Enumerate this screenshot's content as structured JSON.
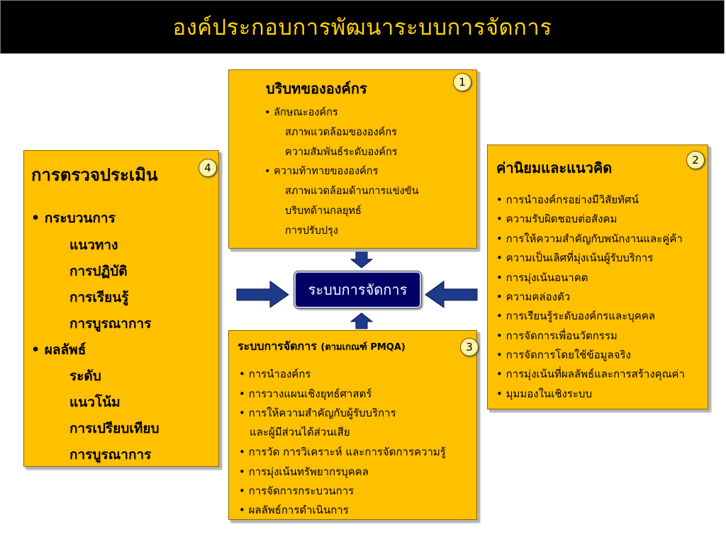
{
  "title": "องค์ประกอบการพัฒนาระบบการจัดการ",
  "center_label": "ระบบการจัดการ",
  "colors": {
    "box_fill": "#ffc000",
    "center_fill": "#000066",
    "title_text": "#ffd400",
    "arrow_fill": "#1f3a8a"
  },
  "box1": {
    "number": "1",
    "heading": "บริบทขององค์กร",
    "lines": [
      "• ลักษณะองค์กร",
      "สภาพแวดล้อมขององค์กร",
      "ความสัมพันธ์ระดับองค์กร",
      "• ความท้าทายขององค์กร",
      "สภาพแวดล้อมด้านการแข่งขัน",
      "บริบทด้านกลยุทธ์",
      "การปรับปรุง"
    ]
  },
  "box2": {
    "number": "2",
    "heading": "ค่านิยมและแนวคิด",
    "lines": [
      "• การนำองค์กรอย่างมีวิสัยทัศน์",
      "• ความรับผิดชอบต่อสังคม",
      "• การให้ความสำคัญกับพนักงานและคู่ค้า",
      "• ความเป็นเลิศที่มุ่งเน้นผู้รับบริการ",
      "• การมุ่งเน้นอนาคต",
      "• ความคล่องตัว",
      "• การเรียนรู้ระดับองค์กรและบุคคล",
      "• การจัดการเพื่อนวัตกรรม",
      "• การจัดการโดยใช้ข้อมูลจริง",
      "• การมุ่งเน้นที่ผลลัพธ์และการสร้างคุณค่า",
      "• มุมมองในเชิงระบบ"
    ]
  },
  "box3": {
    "number": "3",
    "heading": "ระบบการจัดการ",
    "heading_suffix": "(ตามเกณฑ์ PMQA)",
    "lines": [
      "• การนำองค์กร",
      "• การวางแผนเชิงยุทธ์ศาสตร์",
      "• การให้ความสำคัญกับผู้รับบริการ",
      "และผู้มีส่วนได้ส่วนเสีย",
      "• การวัด การวิเคราะห์ และการจัดการความรู้",
      "• การมุ่งเน้นทรัพยากรบุคคล",
      "• การจัดการกระบวนการ",
      "• ผลลัพธ์การดำเนินการ"
    ]
  },
  "box4": {
    "number": "4",
    "heading": "การตรวจประเมิน",
    "lines": [
      "• กระบวนการ",
      "แนวทาง",
      "การปฏิบัติ",
      "การเรียนรู้",
      "การบูรณาการ",
      "• ผลลัพธ์",
      "ระดับ",
      "แนวโน้ม",
      "การเปรียบเทียบ",
      "การบูรณาการ"
    ]
  }
}
